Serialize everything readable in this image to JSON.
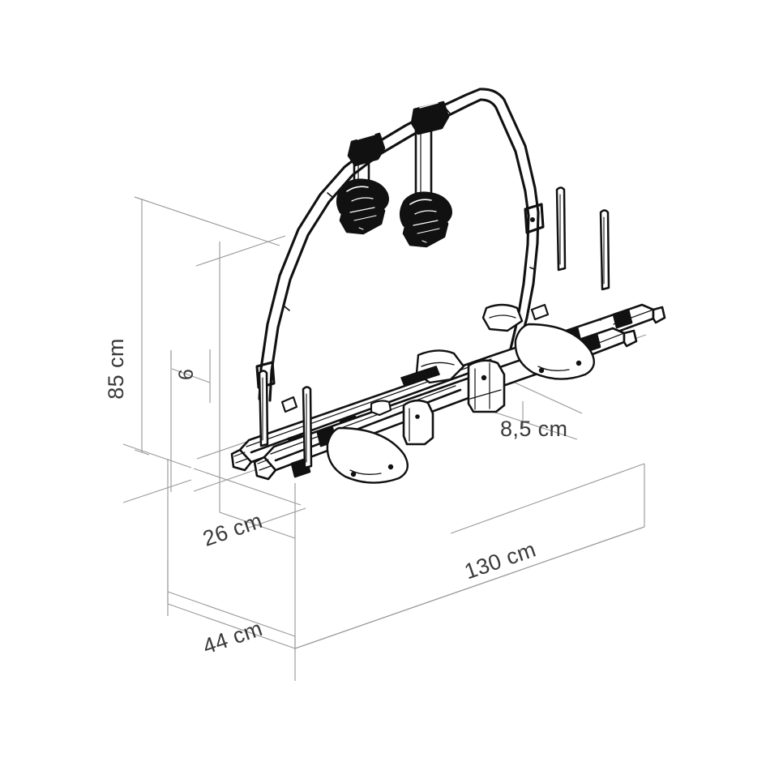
{
  "drawing": {
    "kind": "technical-dimension-drawing",
    "subject": "rear-mounted bicycle carrier rack",
    "background_color": "#ffffff",
    "line_color": "#000000",
    "dimension_line_color": "#9a9a9a",
    "text_color": "#3a3a3a"
  },
  "dimensions": {
    "height": {
      "label": "85 cm",
      "name": "overall-height",
      "orientation": "vertical-left"
    },
    "offset": {
      "label": "6",
      "name": "lower-offset-height",
      "orientation": "vertical-left-inner"
    },
    "width": {
      "label": "130 cm",
      "name": "overall-width",
      "orientation": "iso-right"
    },
    "depth_lower": {
      "label": "44 cm",
      "name": "overall-depth",
      "orientation": "iso-left"
    },
    "depth_upper": {
      "label": "26 cm",
      "name": "rail-depth",
      "orientation": "iso-left-upper"
    },
    "detail": {
      "label": "8,5 cm",
      "name": "bracket-depth",
      "orientation": "leader-right"
    }
  },
  "product": {
    "name": "bike-carrier",
    "parts": [
      {
        "name": "upper-arch-frame",
        "count": 1
      },
      {
        "name": "bike-holder-arm",
        "count": 2
      },
      {
        "name": "bike-holder-clamp",
        "count": 2
      },
      {
        "name": "wheel-rail",
        "count": 2
      },
      {
        "name": "wheel-stop-post",
        "count": 4
      },
      {
        "name": "mounting-bracket",
        "count": 2
      },
      {
        "name": "pivot-disc",
        "count": 2
      }
    ]
  }
}
